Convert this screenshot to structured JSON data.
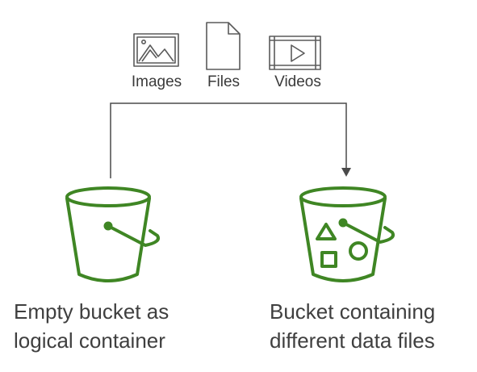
{
  "file_types": {
    "images_label": "Images",
    "files_label": "Files",
    "videos_label": "Videos"
  },
  "empty_bucket": {
    "caption_line1": "Empty bucket as",
    "caption_line2": "logical container"
  },
  "full_bucket": {
    "caption_line1": "Bucket containing",
    "caption_line2": "different data files"
  },
  "icons": {
    "images": "image-icon",
    "files": "document-icon",
    "videos": "video-icon",
    "empty_bucket": "bucket-icon",
    "full_bucket": "bucket-with-shapes-icon"
  },
  "colors": {
    "bucket_green": "#3f8624",
    "icon_gray": "#5a5a5a",
    "connector": "#4a4a4a",
    "text": "#3f3f3f"
  }
}
